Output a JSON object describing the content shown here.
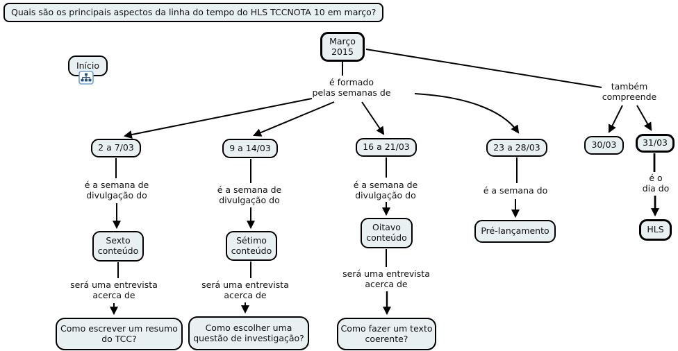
{
  "app": {
    "background_color": "#ffffff",
    "node_fill_color": "#e8f0f2",
    "node_border_color": "#000000",
    "line_color": "#000000",
    "resource_icon": "linked-cmap-icon"
  },
  "question": {
    "label": "Quais são os principais aspectos da linha do tempo do HLS TCCNOTA 10 em março?"
  },
  "concepts": {
    "inicio": "Início",
    "marco": "Março\n2015",
    "week1": "2 a 7/03",
    "week2": "9 a 14/03",
    "week3": "16 a 21/03",
    "week4": "23 a 28/03",
    "day30": "30/03",
    "day31": "31/03",
    "sexto": "Sexto\nconteúdo",
    "setimo": "Sétimo\nconteúdo",
    "oitavo": "Oitavo\nconteúdo",
    "prelancamento": "Pré-lançamento",
    "hls": "HLS",
    "q1": "Como escrever um resumo\ndo TCC?",
    "q2": "Como escolher uma\nquestão de investigação?",
    "q3": "Como fazer um texto\ncoerente?"
  },
  "linking_phrases": {
    "formado": "é formado\npelas semanas de",
    "tambem": "também\ncompreende",
    "semana1": "é a semana de\ndivulgação do",
    "semana2": "é a semana de\ndivulgação do",
    "semana3": "é a semana de\ndivulgação do",
    "semana4": "é a semana do",
    "dia": "é o\ndia do",
    "entrevista1": "será uma entrevista\nacerca de",
    "entrevista2": "será uma entrevista\nacerca de",
    "entrevista3": "será uma entrevista\nacerca de"
  }
}
